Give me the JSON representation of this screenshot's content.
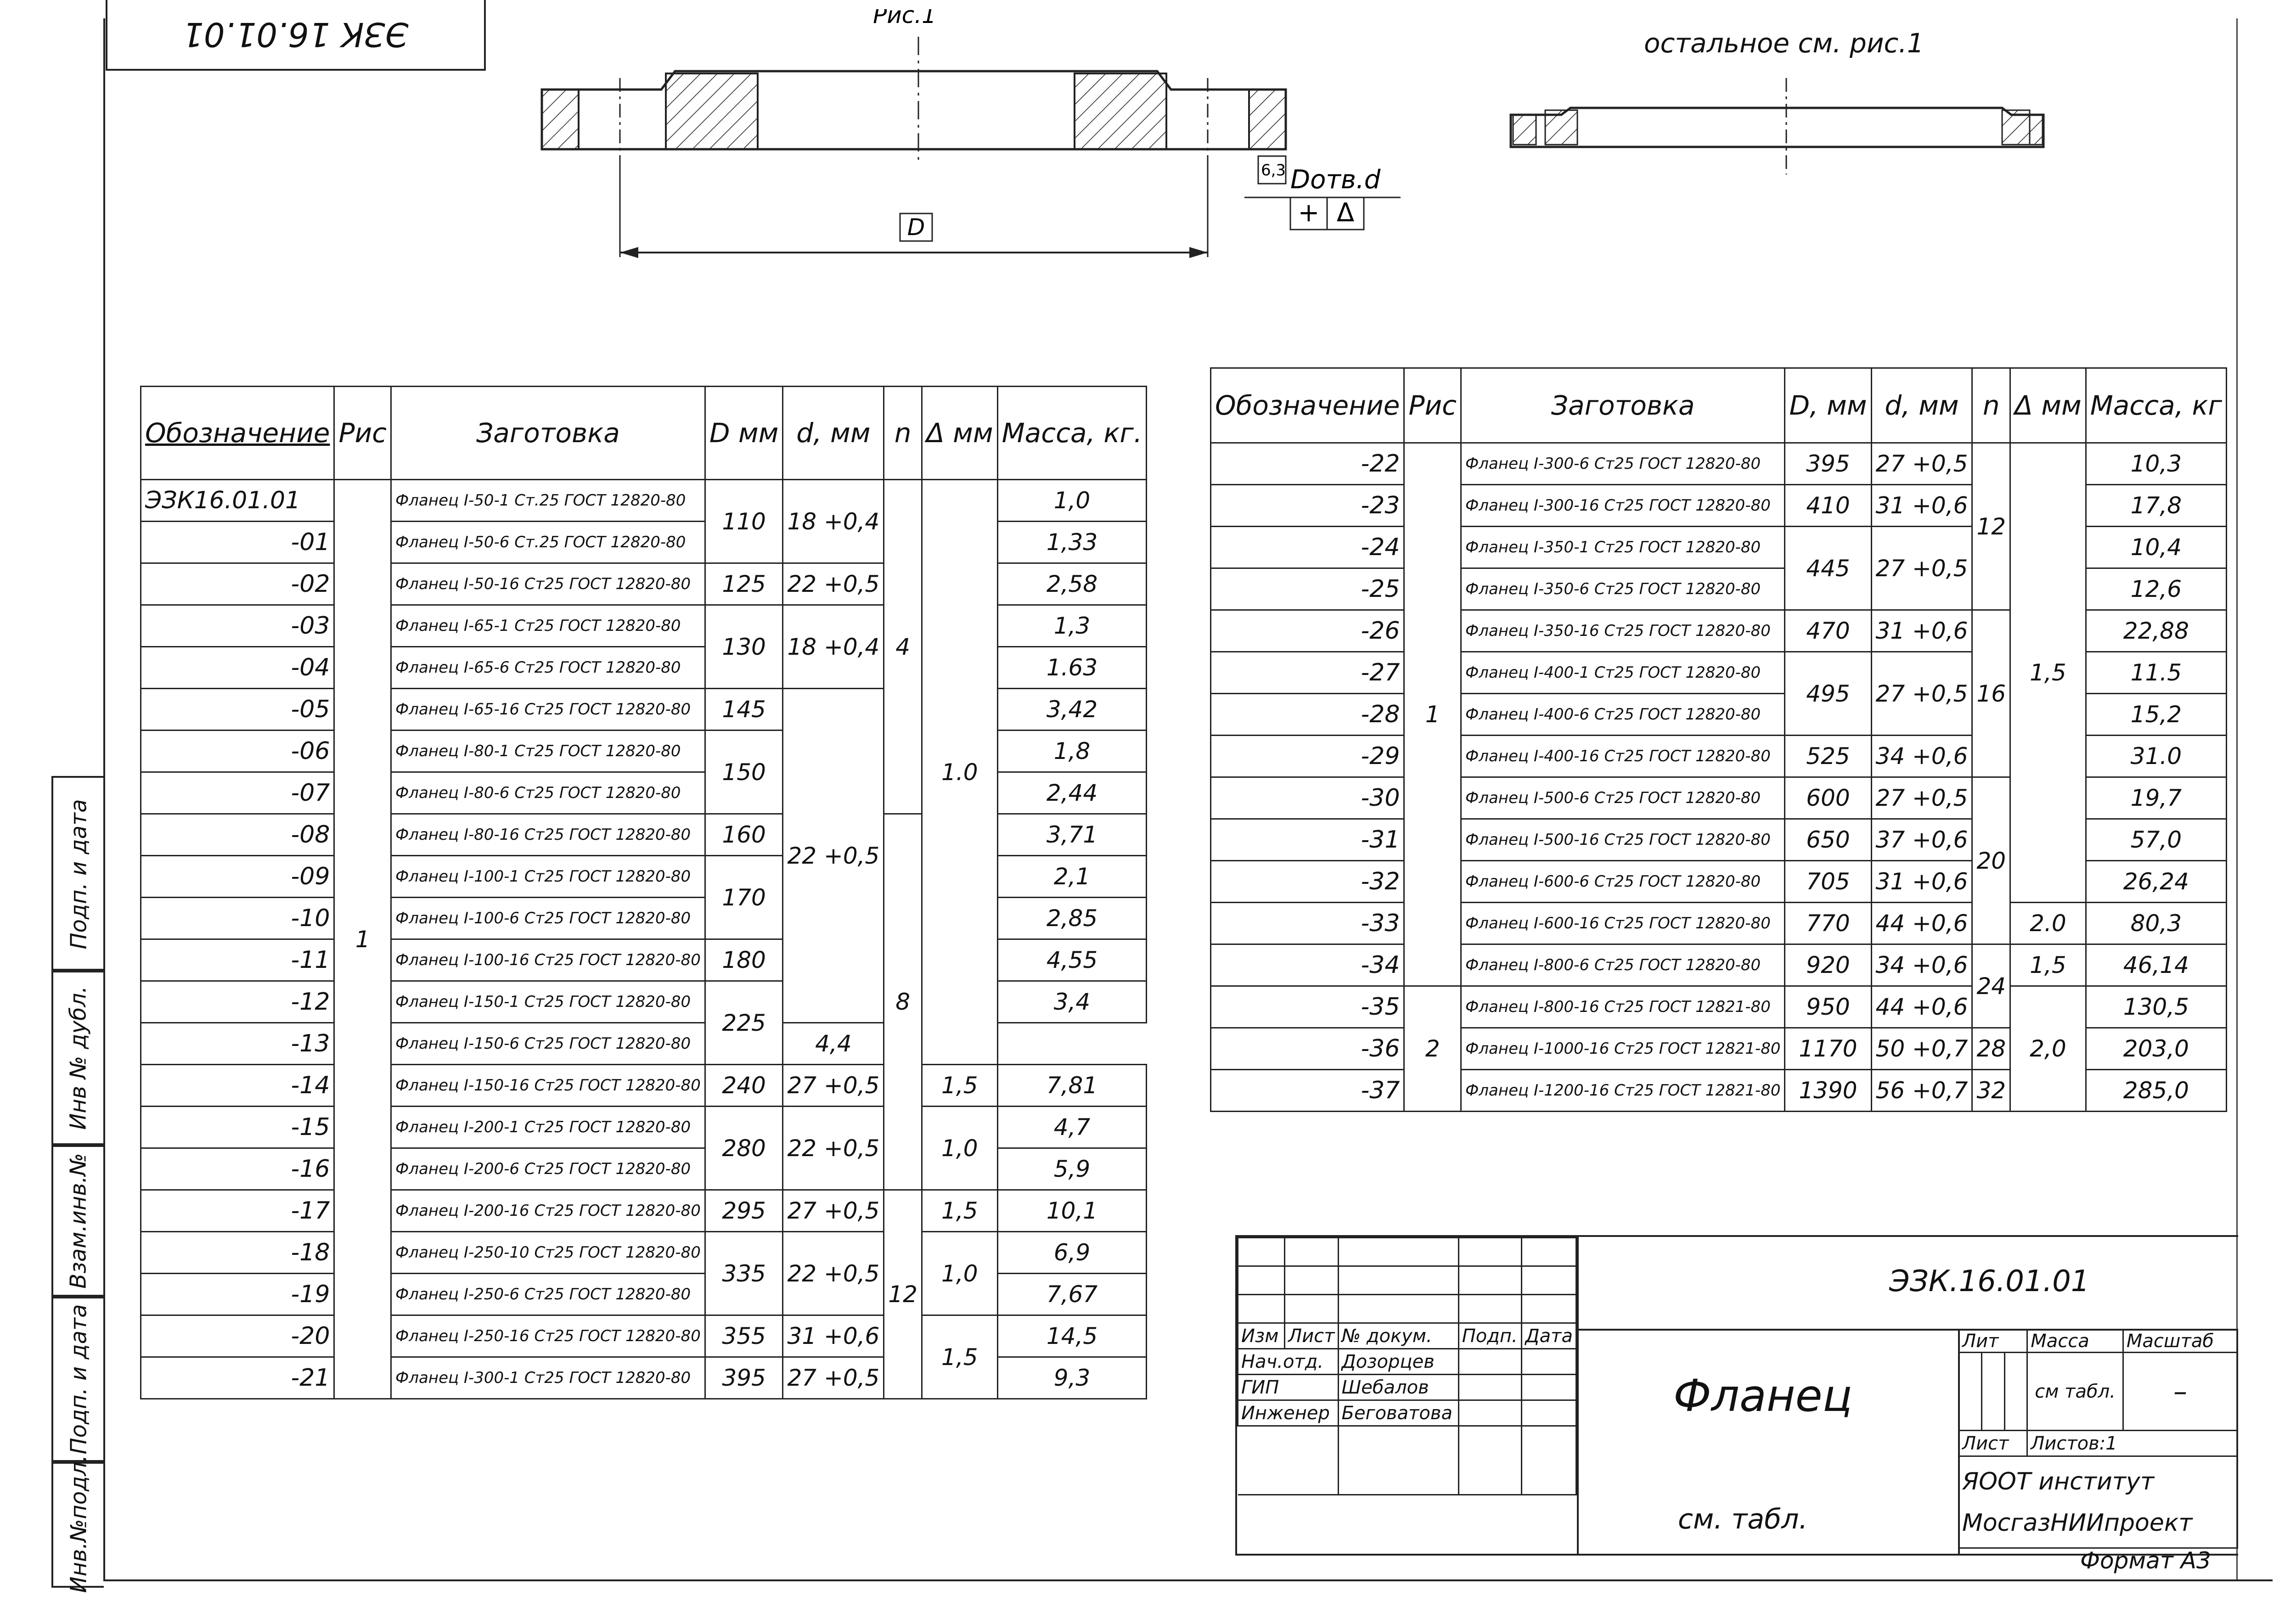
{
  "stamp_top": "ЭЗК 16.01.01",
  "top_note": "остальное см. рис.1",
  "drawing": {
    "fig_label": "Рис.1",
    "dim_D": "D",
    "hole_label": "Dотв.d",
    "roughness": "6,3",
    "tolerance_plus": "+",
    "tolerance_triangle": "Δ"
  },
  "side_labels": [
    "Подп. и дата",
    "Инв № дубл.",
    "Взам.инв.№",
    "Подп. и дата",
    "Инв.№подл."
  ],
  "left_table": {
    "headers": [
      "Обозначение",
      "Рис",
      "Заготовка",
      "D мм",
      "d, мм",
      "n",
      "Δ мм",
      "Масса, кг."
    ],
    "rows": [
      {
        "code": "ЭЗК16.01.01",
        "zag": "Фланец I-50-1 Ст.25 ГОСТ 12820-80",
        "D": "110",
        "d": "18 +0,4",
        "mass": "1,0"
      },
      {
        "code": "-01",
        "zag": "Фланец I-50-6 Ст.25 ГОСТ 12820-80",
        "D": "",
        "d": "",
        "mass": "1,33"
      },
      {
        "code": "-02",
        "zag": "Фланец I-50-16 Ст25 ГОСТ 12820-80",
        "D": "125",
        "d": "22 +0,5",
        "mass": "2,58"
      },
      {
        "code": "-03",
        "zag": "Фланец I-65-1 Ст25 ГОСТ 12820-80",
        "D": "130",
        "d": "18 +0,4",
        "mass": "1,3"
      },
      {
        "code": "-04",
        "zag": "Фланец I-65-6 Ст25 ГОСТ 12820-80",
        "D": "",
        "d": "",
        "mass": "1.63"
      },
      {
        "code": "-05",
        "zag": "Фланец I-65-16 Ст25 ГОСТ 12820-80",
        "D": "145",
        "d": "",
        "mass": "3,42"
      },
      {
        "code": "-06",
        "zag": "Фланец I-80-1 Ст25 ГОСТ 12820-80",
        "D": "150",
        "d": "",
        "mass": "1,8"
      },
      {
        "code": "-07",
        "zag": "Фланец I-80-6 Ст25 ГОСТ 12820-80",
        "D": "",
        "d": "",
        "mass": "2,44"
      },
      {
        "code": "-08",
        "zag": "Фланец I-80-16 Ст25 ГОСТ 12820-80",
        "D": "160",
        "d": "22 +0,5",
        "mass": "3,71"
      },
      {
        "code": "-09",
        "zag": "Фланец I-100-1 Ст25 ГОСТ 12820-80",
        "D": "170",
        "d": "",
        "mass": "2,1"
      },
      {
        "code": "-10",
        "zag": "Фланец I-100-6 Ст25 ГОСТ 12820-80",
        "D": "",
        "d": "",
        "mass": "2,85"
      },
      {
        "code": "-11",
        "zag": "Фланец I-100-16 Ст25 ГОСТ 12820-80",
        "D": "180",
        "d": "",
        "mass": "4,55"
      },
      {
        "code": "-12",
        "zag": "Фланец I-150-1 Ст25 ГОСТ 12820-80",
        "D": "225",
        "d": "",
        "mass": "3,4"
      },
      {
        "code": "-13",
        "zag": "Фланец I-150-6 Ст25 ГОСТ 12820-80",
        "D": "",
        "d": "",
        "mass": "4,4"
      },
      {
        "code": "-14",
        "zag": "Фланец I-150-16 Ст25 ГОСТ 12820-80",
        "D": "240",
        "d": "27 +0,5",
        "mass": "7,81"
      },
      {
        "code": "-15",
        "zag": "Фланец I-200-1 Ст25 ГОСТ 12820-80",
        "D": "280",
        "d": "22 +0,5",
        "mass": "4,7"
      },
      {
        "code": "-16",
        "zag": "Фланец I-200-6 Ст25 ГОСТ 12820-80",
        "D": "",
        "d": "",
        "mass": "5,9"
      },
      {
        "code": "-17",
        "zag": "Фланец I-200-16 Ст25 ГОСТ 12820-80",
        "D": "295",
        "d": "27 +0,5",
        "mass": "10,1"
      },
      {
        "code": "-18",
        "zag": "Фланец I-250-10 Ст25 ГОСТ 12820-80",
        "D": "335",
        "d": "22 +0,5",
        "mass": "6,9"
      },
      {
        "code": "-19",
        "zag": "Фланец I-250-6 Ст25 ГОСТ 12820-80",
        "D": "",
        "d": "",
        "mass": "7,67"
      },
      {
        "code": "-20",
        "zag": "Фланец I-250-16 Ст25 ГОСТ 12820-80",
        "D": "355",
        "d": "31 +0,6",
        "mass": "14,5"
      },
      {
        "code": "-21",
        "zag": "Фланец I-300-1 Ст25 ГОСТ 12820-80",
        "D": "395",
        "d": "27 +0,5",
        "mass": "9,3"
      }
    ],
    "ris": "1",
    "n_values": [
      "4",
      "8",
      "12"
    ],
    "delta_values": [
      "1.0",
      "1,5",
      "1,0",
      "1,5",
      "1,0",
      "1,5"
    ]
  },
  "right_table": {
    "headers": [
      "Обозначение",
      "Рис",
      "Заготовка",
      "D, мм",
      "d, мм",
      "n",
      "Δ мм",
      "Масса, кг"
    ],
    "rows": [
      {
        "code": "-22",
        "zag": "Фланец I-300-6 Ст25 ГОСТ 12820-80",
        "D": "395",
        "d": "27 +0,5",
        "mass": "10,3"
      },
      {
        "code": "-23",
        "zag": "Фланец I-300-16 Ст25 ГОСТ 12820-80",
        "D": "410",
        "d": "31 +0,6",
        "mass": "17,8"
      },
      {
        "code": "-24",
        "zag": "Фланец I-350-1 Ст25 ГОСТ 12820-80",
        "D": "445",
        "d": "27 +0,5",
        "mass": "10,4"
      },
      {
        "code": "-25",
        "zag": "Фланец I-350-6 Ст25 ГОСТ 12820-80",
        "D": "",
        "d": "",
        "mass": "12,6"
      },
      {
        "code": "-26",
        "zag": "Фланец I-350-16 Ст25 ГОСТ 12820-80",
        "D": "470",
        "d": "31 +0,6",
        "mass": "22,88"
      },
      {
        "code": "-27",
        "zag": "Фланец I-400-1 Ст25 ГОСТ 12820-80",
        "D": "495",
        "d": "27 +0,5",
        "mass": "11.5"
      },
      {
        "code": "-28",
        "zag": "Фланец I-400-6 Ст25 ГОСТ 12820-80",
        "D": "",
        "d": "",
        "mass": "15,2"
      },
      {
        "code": "-29",
        "zag": "Фланец I-400-16 Ст25 ГОСТ 12820-80",
        "D": "525",
        "d": "34 +0,6",
        "mass": "31.0"
      },
      {
        "code": "-30",
        "zag": "Фланец I-500-6 Ст25 ГОСТ 12820-80",
        "D": "600",
        "d": "27 +0,5",
        "mass": "19,7"
      },
      {
        "code": "-31",
        "zag": "Фланец I-500-16 Ст25 ГОСТ 12820-80",
        "D": "650",
        "d": "37 +0,6",
        "mass": "57,0"
      },
      {
        "code": "-32",
        "zag": "Фланец I-600-6 Ст25 ГОСТ 12820-80",
        "D": "705",
        "d": "31 +0,6",
        "mass": "26,24"
      },
      {
        "code": "-33",
        "zag": "Фланец I-600-16 Ст25 ГОСТ 12820-80",
        "D": "770",
        "d": "44 +0,6",
        "mass": "80,3"
      },
      {
        "code": "-34",
        "zag": "Фланец I-800-6 Ст25 ГОСТ 12820-80",
        "D": "920",
        "d": "34 +0,6",
        "mass": "46,14"
      },
      {
        "code": "-35",
        "zag": "Фланец I-800-16 Ст25 ГОСТ 12821-80",
        "D": "950",
        "d": "44 +0,6",
        "mass": "130,5"
      },
      {
        "code": "-36",
        "zag": "Фланец I-1000-16 Ст25 ГОСТ 12821-80",
        "D": "1170",
        "d": "50 +0,7",
        "mass": "203,0"
      },
      {
        "code": "-37",
        "zag": "Фланец I-1200-16 Ст25 ГОСТ 12821-80",
        "D": "1390",
        "d": "56 +0,7",
        "mass": "285,0"
      }
    ],
    "ris": [
      "1",
      "2"
    ],
    "n_values": [
      "12",
      "16",
      "20",
      "24",
      "28",
      "32"
    ],
    "delta_values": [
      "1,5",
      "2.0",
      "1,5",
      "2,0"
    ]
  },
  "title_block": {
    "doc_code": "ЭЗК.16.01.01",
    "title": "Фланец",
    "material": "см. табл.",
    "col_headers": [
      "Изм",
      "Лист",
      "№ докум.",
      "Подп.",
      "Дата"
    ],
    "people": [
      {
        "role": "Нач.отд.",
        "name": "Дозорцев"
      },
      {
        "role": "ГИП",
        "name": "Шебалов"
      },
      {
        "role": "Инженер",
        "name": "Беговатова"
      }
    ],
    "lit_label": "Лит",
    "mass_label": "Масса",
    "scale_label": "Масштаб",
    "mass_value": "см табл.",
    "scale_value": "–",
    "sheet_label": "Лист",
    "sheets_label": "Листов:1",
    "org_line1": "ЯООТ институт",
    "org_line2": "МосгазНИИпроект"
  },
  "format_label": "Формат А3"
}
